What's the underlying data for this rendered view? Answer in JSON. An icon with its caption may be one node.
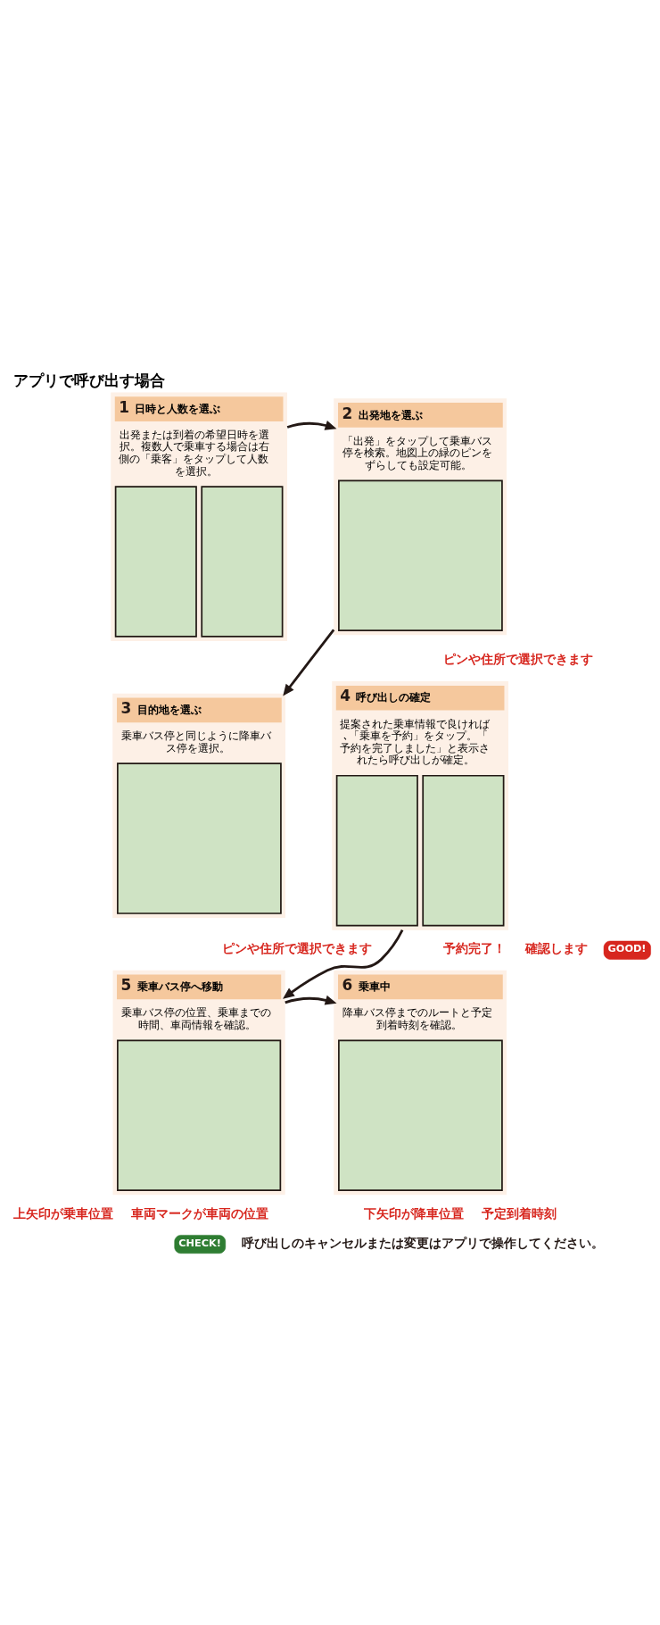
{
  "diagram": {
    "title": "アプリで呼び出す場合",
    "nodes": [
      {
        "text": [
          "1",
          "日時と人数を選ぶ",
          "出発または到着の希望日時を選択。複数人で乗車する場合は右側の「乗客」をタップして人数を選択。"
        ]
      },
      {
        "text": [
          "2",
          "出発地を選ぶ",
          "「出発」をタップして乗車バス停を検索。地図上の緑のピンをずらしても設定可能。"
        ]
      },
      {
        "text": [
          "3",
          "目的地を選ぶ",
          "乗車バス停と同じように降車バス停を選択。"
        ]
      },
      {
        "text": [
          "4",
          "呼び出しの確定",
          "提案された乗車情報で良ければ､「乗車を予約」をタップ。「予約を完了しました」と表示されたら呼び出しが確定。"
        ]
      },
      {
        "text": [
          "5",
          "乗車バス停へ移動",
          "乗車バス停の位置、乗車までの時間、車両情報を確認。"
        ]
      },
      {
        "text": [
          "6",
          "乗車中",
          "降車バス停までのルートと予定到着時刻を確認。"
        ]
      }
    ],
    "edges": [
      {
        "from": 0,
        "to": 1,
        "arrow": "to"
      },
      {
        "from": 1,
        "to": 2,
        "arrow": "to"
      },
      {
        "from": 3,
        "to": 4,
        "arrow": "to"
      },
      {
        "from": 4,
        "to": 5,
        "arrow": "to"
      }
    ],
    "labels": [
      "ピンや住所で選択できます",
      "ピンや住所で選択できます",
      "予約完了！",
      "確認します",
      "GOOD!",
      "上矢印が乗車位置",
      "車両マークが車両の位置",
      "下矢印が降車位置",
      "予定到着時刻",
      "CHECK!",
      "呼び出しのキャンセルまたは変更はアプリで操作してください。"
    ]
  }
}
